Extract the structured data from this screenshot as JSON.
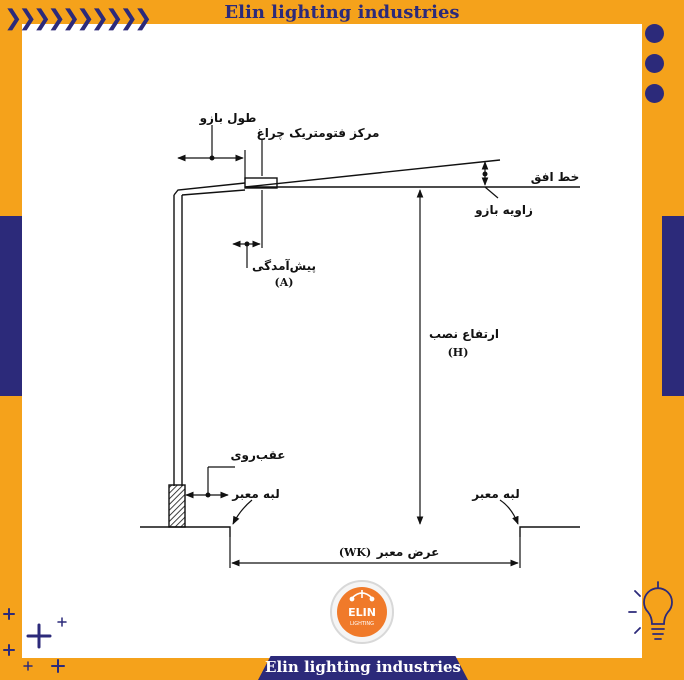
{
  "header": {
    "title": "Elin lighting industries"
  },
  "footer": {
    "title": "Elin lighting industries"
  },
  "logo": {
    "brand": "ELIN",
    "sub": "LIGHTING",
    "icon": "street-lamp-icon"
  },
  "decor": {
    "chevrons": "❯❯❯❯❯❯❯❯❯❯",
    "plus_icon": "plus-icon",
    "bulb_icon": "lightbulb-icon"
  },
  "colors": {
    "frame": "#f5a21b",
    "accent": "#2c2a7a",
    "panel": "#ffffff"
  },
  "diagram": {
    "arm_length": "طول بازو",
    "photometric_center": "مرکز فتومتریک چراغ",
    "horizon_line": "خط افق",
    "arm_angle": "زاویه بازو",
    "overhang": "پیش‌آمدگی",
    "overhang_symbol": "(A)",
    "mounting_height": "ارتفاع نصب",
    "mounting_height_symbol": "(H)",
    "setback": "عقب‌روی",
    "road_edge_left": "لبه معبر",
    "road_edge_right": "لبه معبر",
    "road_width": "عرض معبر",
    "road_width_symbol": "(WK)"
  }
}
